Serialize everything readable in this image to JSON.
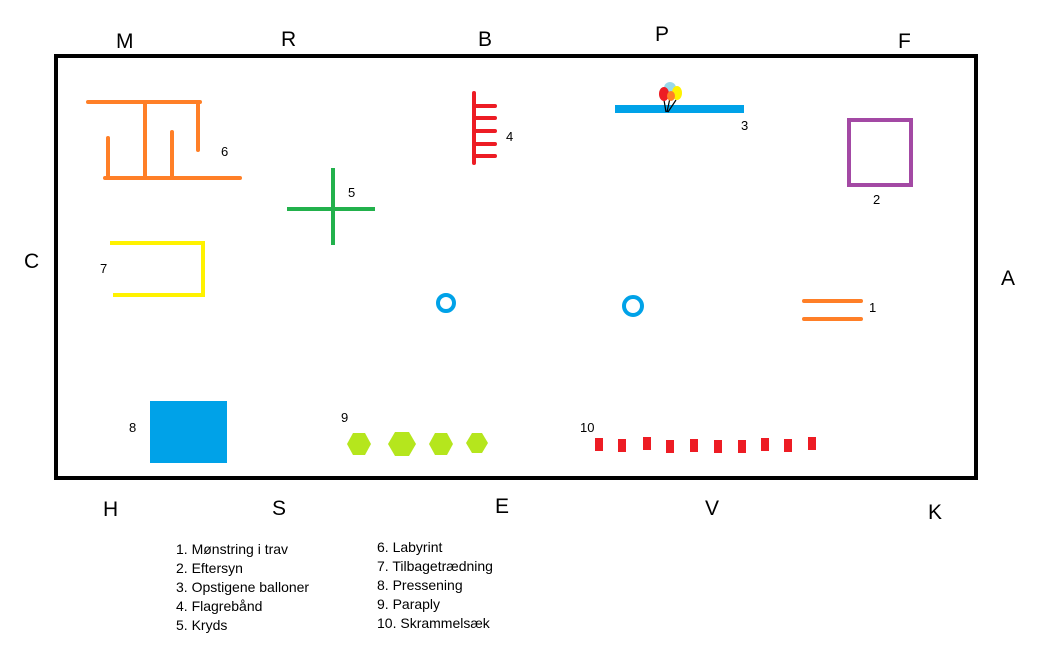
{
  "arena_letters": {
    "M": "M",
    "R": "R",
    "B": "B",
    "P": "P",
    "F": "F",
    "C": "C",
    "A": "A",
    "H": "H",
    "S": "S",
    "E": "E",
    "V": "V",
    "K": "K"
  },
  "obstacle_numbers": [
    "1",
    "2",
    "3",
    "4",
    "5",
    "6",
    "7",
    "8",
    "9",
    "10"
  ],
  "legend": [
    "1. Mønstring i trav",
    "2. Eftersyn",
    "3. Opstigene balloner",
    "4. Flagrebånd",
    "5. Kryds",
    "6. Labyrint",
    "7. Tilbagetrædning",
    "8. Pressening",
    "9. Paraply",
    "10. Skrammelsæk"
  ],
  "colors": {
    "orange": "#ff7f27",
    "green": "#22b14c",
    "red": "#ed1c24",
    "blue": "#00a2e8",
    "purple": "#a349a4",
    "yellow": "#fff200",
    "lime": "#b5e61d"
  }
}
